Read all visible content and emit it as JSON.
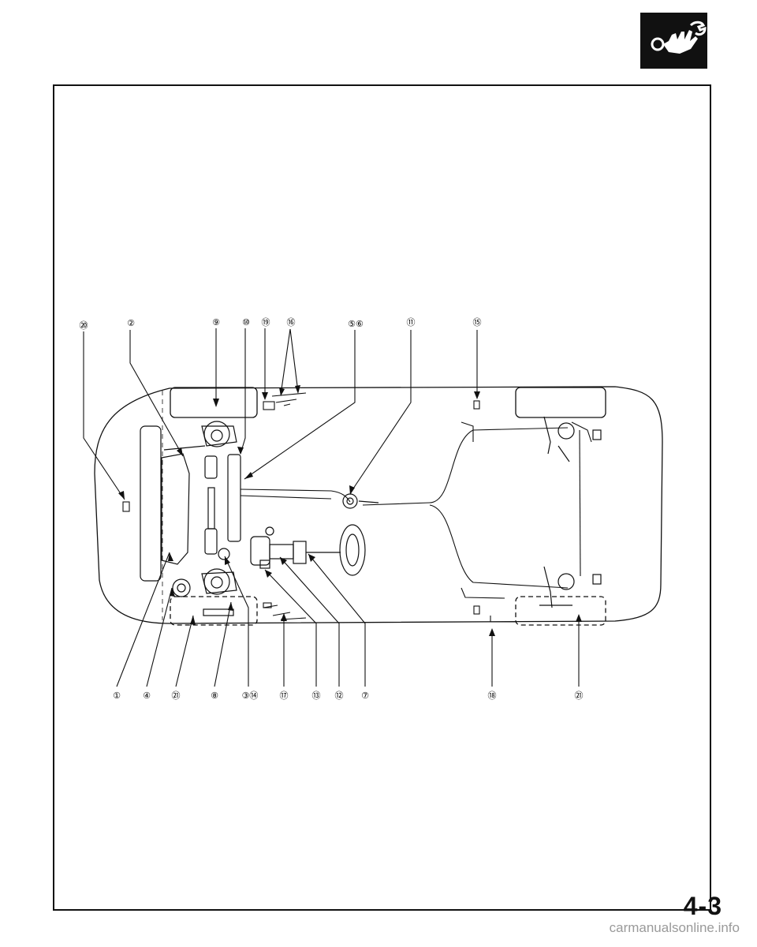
{
  "header": {
    "icon": "hand-wrench-icon"
  },
  "callouts": {
    "c20": "⑳",
    "c2": "②",
    "c9": "⑨",
    "c10": "⑩",
    "c19": "⑲",
    "c16": "⑯",
    "c5_6": "⑤⑥",
    "c11": "⑪",
    "c15": "⑮",
    "c1": "①",
    "c4": "④",
    "c21a": "㉑",
    "c8": "⑧",
    "c3_14": "③⑭",
    "c17": "⑰",
    "c13": "⑬",
    "c12": "⑫",
    "c7": "⑦",
    "c18": "⑱",
    "c21b": "㉑"
  },
  "footer": {
    "page_number": "4-3",
    "watermark": "carmanualsonline.info"
  }
}
